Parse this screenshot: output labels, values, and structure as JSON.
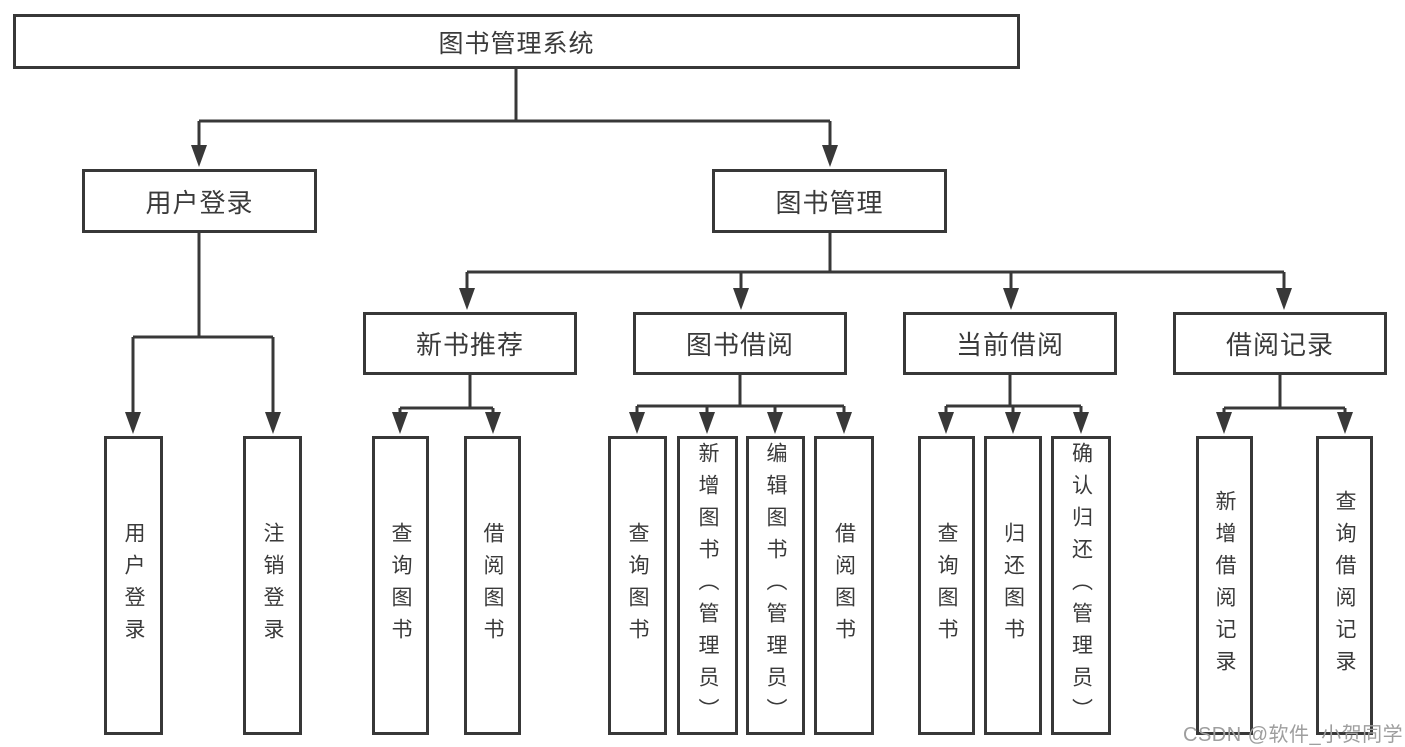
{
  "tree": {
    "label": "图书管理系统",
    "children": [
      {
        "label": "用户登录",
        "children": [
          {
            "label": "用户登录"
          },
          {
            "label": "注销登录"
          }
        ]
      },
      {
        "label": "图书管理",
        "children": [
          {
            "label": "新书推荐",
            "children": [
              {
                "label": "查询图书"
              },
              {
                "label": "借阅图书"
              }
            ]
          },
          {
            "label": "图书借阅",
            "children": [
              {
                "label": "查询图书"
              },
              {
                "label": "新增图书（管理员）"
              },
              {
                "label": "编辑图书（管理员）"
              },
              {
                "label": "借阅图书"
              }
            ]
          },
          {
            "label": "当前借阅",
            "children": [
              {
                "label": "查询图书"
              },
              {
                "label": "归还图书"
              },
              {
                "label": "确认归还（管理员）"
              }
            ]
          },
          {
            "label": "借阅记录",
            "children": [
              {
                "label": "新增借阅记录"
              },
              {
                "label": "查询借阅记录"
              }
            ]
          }
        ]
      }
    ]
  },
  "watermark": {
    "text": "CSDN @软件_小贺同学"
  },
  "colors": {
    "line": "#383838",
    "text": "#3a3a3a",
    "watermark": "#9e9e9e",
    "background": "#ffffff"
  }
}
